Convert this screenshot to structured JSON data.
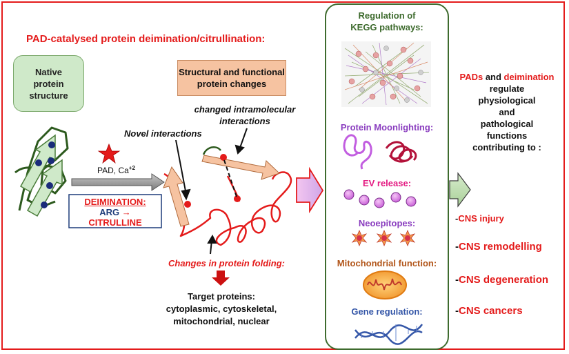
{
  "title": "PAD-catalysed protein deimination/citrullination:",
  "native_box": [
    "Native",
    "protein",
    "structure"
  ],
  "changes_box": [
    "Structural and functional",
    "protein changes"
  ],
  "intramolecular_label": [
    "changed intramolecular",
    "interactions"
  ],
  "novel_label": "Novel interactions",
  "pad_label": "PAD, Ca",
  "pad_superscript": "+2",
  "deimination_box": {
    "heading": "DEIMINATION:",
    "arg": "ARG",
    "arrow": "→",
    "citrulline": "CITRULLINE"
  },
  "folding_label": "Changes in protein folding:",
  "targets": [
    "Target proteins:",
    "cytoplasmic, cytoskeletal,",
    "mitochondrial, nuclear"
  ],
  "kegg_panel": {
    "title": [
      "Regulation of",
      "KEGG pathways:"
    ],
    "moonlighting": "Protein Moonlighting:",
    "ev": "EV release:",
    "neoepitopes": "Neoepitopes:",
    "mito": "Mitochondrial function:",
    "gene": "Gene regulation:"
  },
  "right_text": {
    "pads": "PADs",
    "and": " and ",
    "deimination": "deimination",
    "lines": [
      "regulate",
      "physiological",
      "and",
      "pathological",
      "functions",
      "contributing to :"
    ]
  },
  "outcomes": [
    {
      "dash": "-",
      "text": "CNS injury"
    },
    {
      "dash": "-",
      "text": "CNS remodelling"
    },
    {
      "dash": "-",
      "text": "CNS degeneration"
    },
    {
      "dash": "-",
      "text": "CNS cancers"
    }
  ],
  "icons": [
    "red-star-icon",
    "protein-network-icon",
    "moonlighting-protein-icon",
    "vesicle-icon",
    "neoepitope-icon",
    "mitochondrion-icon",
    "dna-helix-icon"
  ],
  "colors": {
    "frame": "#e41b1b",
    "panel_border": "#3e6b2e",
    "native_fill": "#cfe9c9",
    "changes_fill": "#f6c3a1",
    "purple": "#8a3dbf",
    "orange": "#b2561a",
    "blue": "#3557a8",
    "pink": "#e41b82"
  }
}
